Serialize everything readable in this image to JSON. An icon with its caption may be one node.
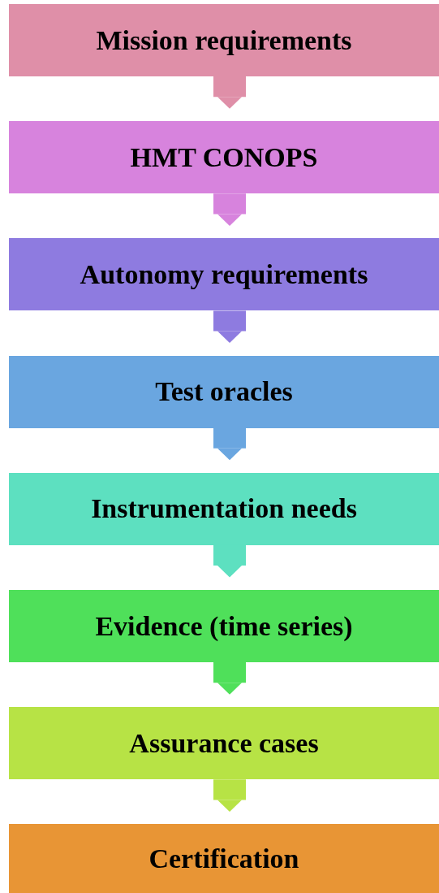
{
  "diagram": {
    "nodes": [
      {
        "text": [
          "Mission requirements"
        ]
      },
      {
        "text": [
          "HMT CONOPS"
        ]
      },
      {
        "text": [
          "Autonomy requirements"
        ]
      },
      {
        "text": [
          "Test oracles"
        ]
      },
      {
        "text": [
          "Instrumentation needs"
        ]
      },
      {
        "text": [
          "Evidence (time series)"
        ]
      },
      {
        "text": [
          "Assurance cases"
        ]
      },
      {
        "text": [
          "Certification"
        ]
      }
    ],
    "edges": [
      {
        "from": 0,
        "to": 1,
        "arrow": "to",
        "color": "#df8fa8"
      },
      {
        "from": 1,
        "to": 2,
        "arrow": "to",
        "color": "#d783dd"
      },
      {
        "from": 2,
        "to": 3,
        "arrow": "to",
        "color": "#8e7be0"
      },
      {
        "from": 3,
        "to": 4,
        "arrow": "to",
        "color": "#6aa6e0"
      },
      {
        "from": 4,
        "to": 5,
        "arrow": "to",
        "color": "#5de0c0"
      },
      {
        "from": 5,
        "to": 6,
        "arrow": "to",
        "color": "#4fe05a"
      },
      {
        "from": 6,
        "to": 7,
        "arrow": "to",
        "color": "#b7e345"
      }
    ]
  }
}
